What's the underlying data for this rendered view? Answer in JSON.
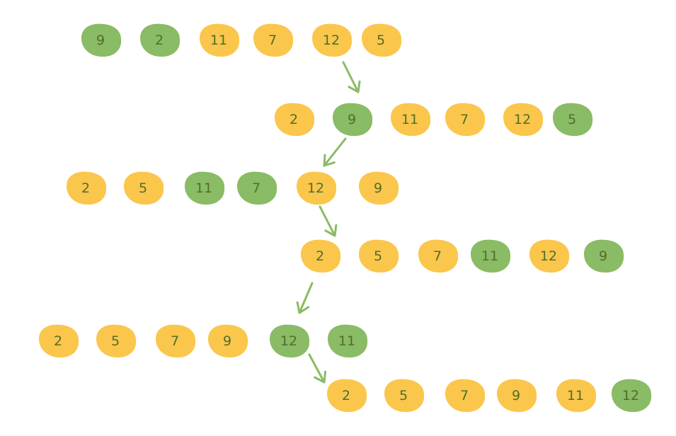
{
  "diagram": {
    "colors": {
      "highlight": "#8abb65",
      "normal": "#fbc64c",
      "text": "#4f6f2a",
      "arrow": "#8abb65"
    },
    "steps": [
      {
        "cells": [
          {
            "v": "9",
            "hl": true
          },
          {
            "v": "2",
            "hl": true
          },
          {
            "v": "11",
            "hl": false
          },
          {
            "v": "7",
            "hl": false
          },
          {
            "v": "12",
            "hl": false
          },
          {
            "v": "5",
            "hl": false
          }
        ]
      },
      {
        "cells": [
          {
            "v": "2",
            "hl": false
          },
          {
            "v": "9",
            "hl": true
          },
          {
            "v": "11",
            "hl": false
          },
          {
            "v": "7",
            "hl": false
          },
          {
            "v": "12",
            "hl": false
          },
          {
            "v": "5",
            "hl": true
          }
        ]
      },
      {
        "cells": [
          {
            "v": "2",
            "hl": false
          },
          {
            "v": "5",
            "hl": false
          },
          {
            "v": "11",
            "hl": true
          },
          {
            "v": "7",
            "hl": true
          },
          {
            "v": "12",
            "hl": false
          },
          {
            "v": "9",
            "hl": false
          }
        ]
      },
      {
        "cells": [
          {
            "v": "2",
            "hl": false
          },
          {
            "v": "5",
            "hl": false
          },
          {
            "v": "7",
            "hl": false
          },
          {
            "v": "11",
            "hl": true
          },
          {
            "v": "12",
            "hl": false
          },
          {
            "v": "9",
            "hl": true
          }
        ]
      },
      {
        "cells": [
          {
            "v": "2",
            "hl": false
          },
          {
            "v": "5",
            "hl": false
          },
          {
            "v": "7",
            "hl": false
          },
          {
            "v": "9",
            "hl": false
          },
          {
            "v": "12",
            "hl": true
          },
          {
            "v": "11",
            "hl": true
          }
        ]
      },
      {
        "cells": [
          {
            "v": "2",
            "hl": false
          },
          {
            "v": "5",
            "hl": false
          },
          {
            "v": "7",
            "hl": false
          },
          {
            "v": "9",
            "hl": false
          },
          {
            "v": "11",
            "hl": false
          },
          {
            "v": "12",
            "hl": true
          }
        ]
      }
    ]
  }
}
